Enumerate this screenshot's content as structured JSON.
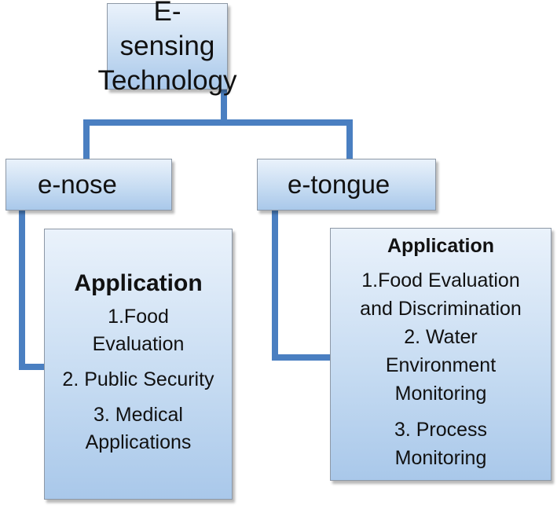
{
  "root": {
    "title_line1": "E-sensing",
    "title_line2": "Technology"
  },
  "nodes": [
    {
      "id": "e-nose",
      "label": "e-nose",
      "application": {
        "heading": "Application",
        "items": [
          "1.Food\nEvaluation",
          "2. Public Security",
          "3. Medical\nApplications"
        ]
      }
    },
    {
      "id": "e-tongue",
      "label": "e-tongue",
      "application": {
        "heading": "Application",
        "items": [
          "1.Food Evaluation\nand Discrimination",
          "2. Water\nEnvironment\nMonitoring",
          "3. Process\nMonitoring"
        ]
      }
    }
  ],
  "colors": {
    "connector": "#4a7fc1",
    "box_top": "#eaf2fb",
    "box_bottom": "#a9c8ea",
    "box_border": "#8d98a6"
  }
}
